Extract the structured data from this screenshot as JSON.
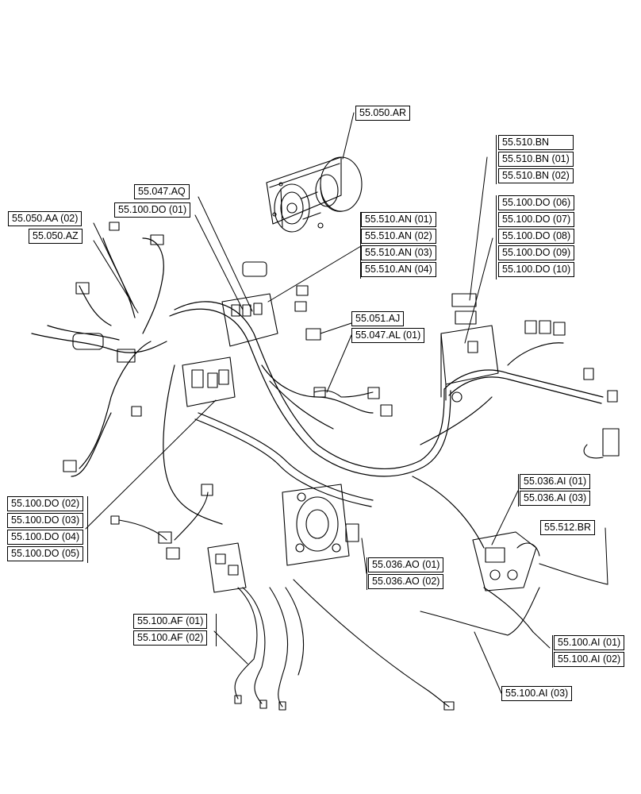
{
  "callouts": {
    "c_050_ar": "55.050.AR",
    "c_047_aq": "55.047.AQ",
    "c_100_do_01": "55.100.DO (01)",
    "c_050_aa_02": "55.050.AA (02)",
    "c_050_az": "55.050.AZ",
    "c_510_an": [
      "55.510.AN (01)",
      "55.510.AN (02)",
      "55.510.AN (03)",
      "55.510.AN (04)"
    ],
    "c_510_bn": [
      "55.510.BN",
      "55.510.BN (01)",
      "55.510.BN (02)"
    ],
    "c_100_do_b": [
      "55.100.DO (06)",
      "55.100.DO (07)",
      "55.100.DO (08)",
      "55.100.DO (09)",
      "55.100.DO (10)"
    ],
    "c_051_aj": "55.051.AJ",
    "c_047_al_01": "55.047.AL (01)",
    "c_100_do_a": [
      "55.100.DO (02)",
      "55.100.DO (03)",
      "55.100.DO (04)",
      "55.100.DO (05)"
    ],
    "c_036_ai": [
      "55.036.AI (01)",
      "55.036.AI (03)"
    ],
    "c_512_br": "55.512.BR",
    "c_036_ao": [
      "55.036.AO (01)",
      "55.036.AO (02)"
    ],
    "c_100_af": [
      "55.100.AF (01)",
      "55.100.AF (02)"
    ],
    "c_100_ai": [
      "55.100.AI (01)",
      "55.100.AI (02)"
    ],
    "c_100_ai_03": "55.100.AI (03)"
  }
}
